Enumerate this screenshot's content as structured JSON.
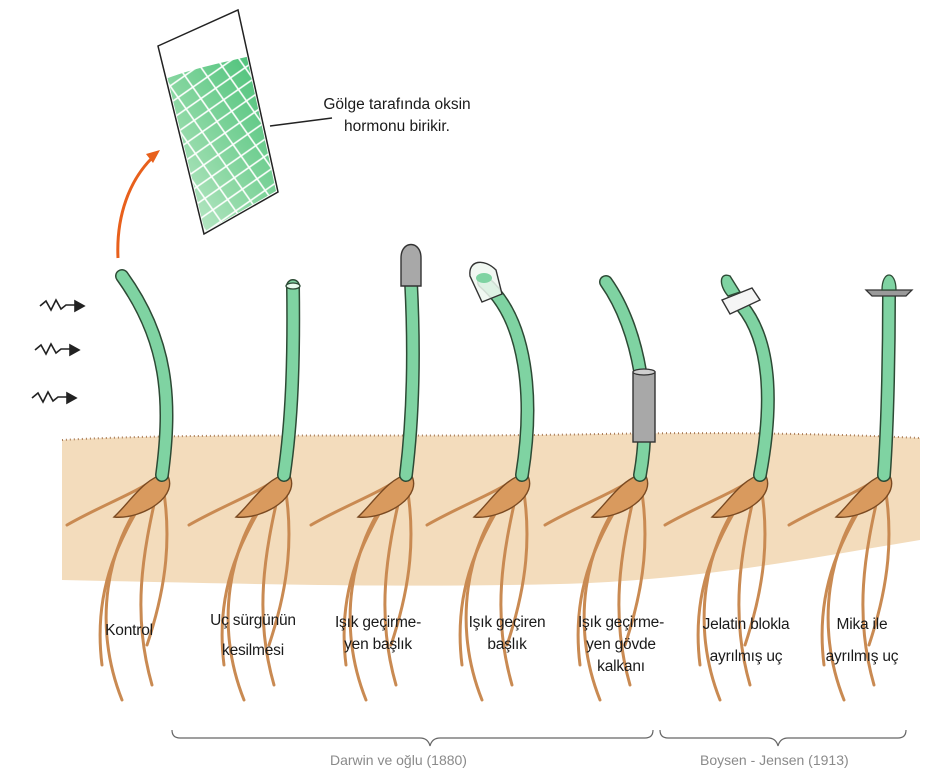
{
  "callout": {
    "line1": "Gölge tarafında oksin",
    "line2": "hormonu birikir."
  },
  "experiments": [
    {
      "label_lines": [
        "Kontrol"
      ]
    },
    {
      "label_lines": [
        "Uç sürgünün",
        "kesilmesi"
      ]
    },
    {
      "label_lines": [
        "Işık geçirme-",
        "yen başlık"
      ]
    },
    {
      "label_lines": [
        "Işık geçiren",
        "başlık"
      ]
    },
    {
      "label_lines": [
        "Işık geçirme-",
        "yen gövde",
        "kalkanı"
      ]
    },
    {
      "label_lines": [
        "Jelatin blokla",
        "ayrılmış uç"
      ]
    },
    {
      "label_lines": [
        "Mika ile",
        "ayrılmış uç"
      ]
    }
  ],
  "groups": [
    {
      "label": "Darwin ve oğlu (1880)"
    },
    {
      "label": "Boysen - Jensen (1913)"
    }
  ],
  "light_arrows_count": 3,
  "colors": {
    "shoot": "#7fd3a2",
    "shoot_outline": "#2d4a35",
    "soil": "#f3dcbc",
    "root": "#c98a52",
    "cap_gray": "#a8a8a8",
    "arrow_orange": "#e8601c",
    "cell_light": "#bfe8c8",
    "cell_dark": "#34b86a"
  }
}
